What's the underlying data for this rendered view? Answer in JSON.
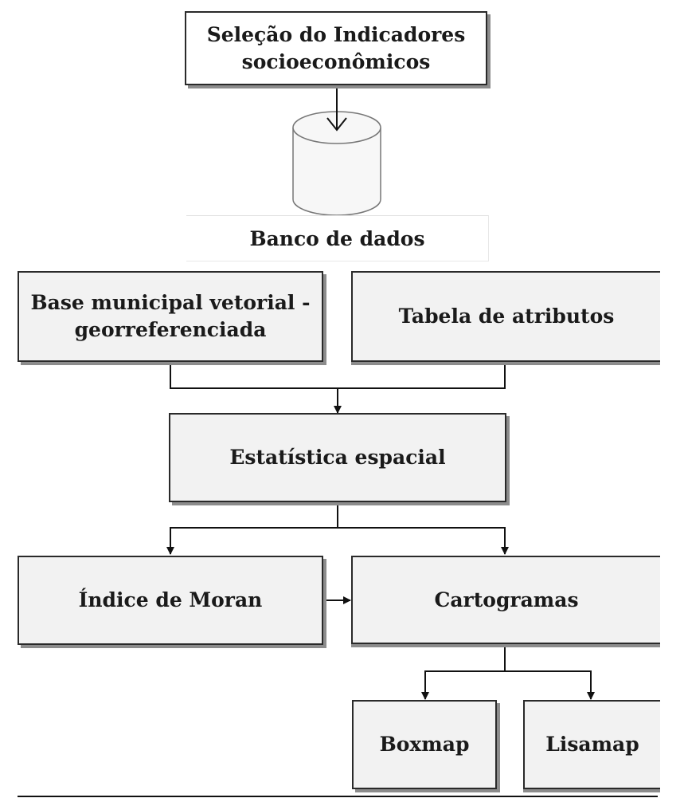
{
  "nodes": {
    "selection": {
      "line1": "Seleção do Indicadores",
      "line2": "socioeconômicos"
    },
    "database": {
      "label": "Banco de dados"
    },
    "base_municipal": {
      "line1": "Base municipal vetorial -",
      "line2": "georreferenciada"
    },
    "attributes_table": {
      "label": "Tabela de atributos"
    },
    "spatial_stats": {
      "label": "Estatística espacial"
    },
    "moran": {
      "label": "Índice de Moran"
    },
    "cartograms": {
      "label": "Cartogramas"
    },
    "boxmap": {
      "label": "Boxmap"
    },
    "lisamap": {
      "label": "Lisamap"
    }
  }
}
